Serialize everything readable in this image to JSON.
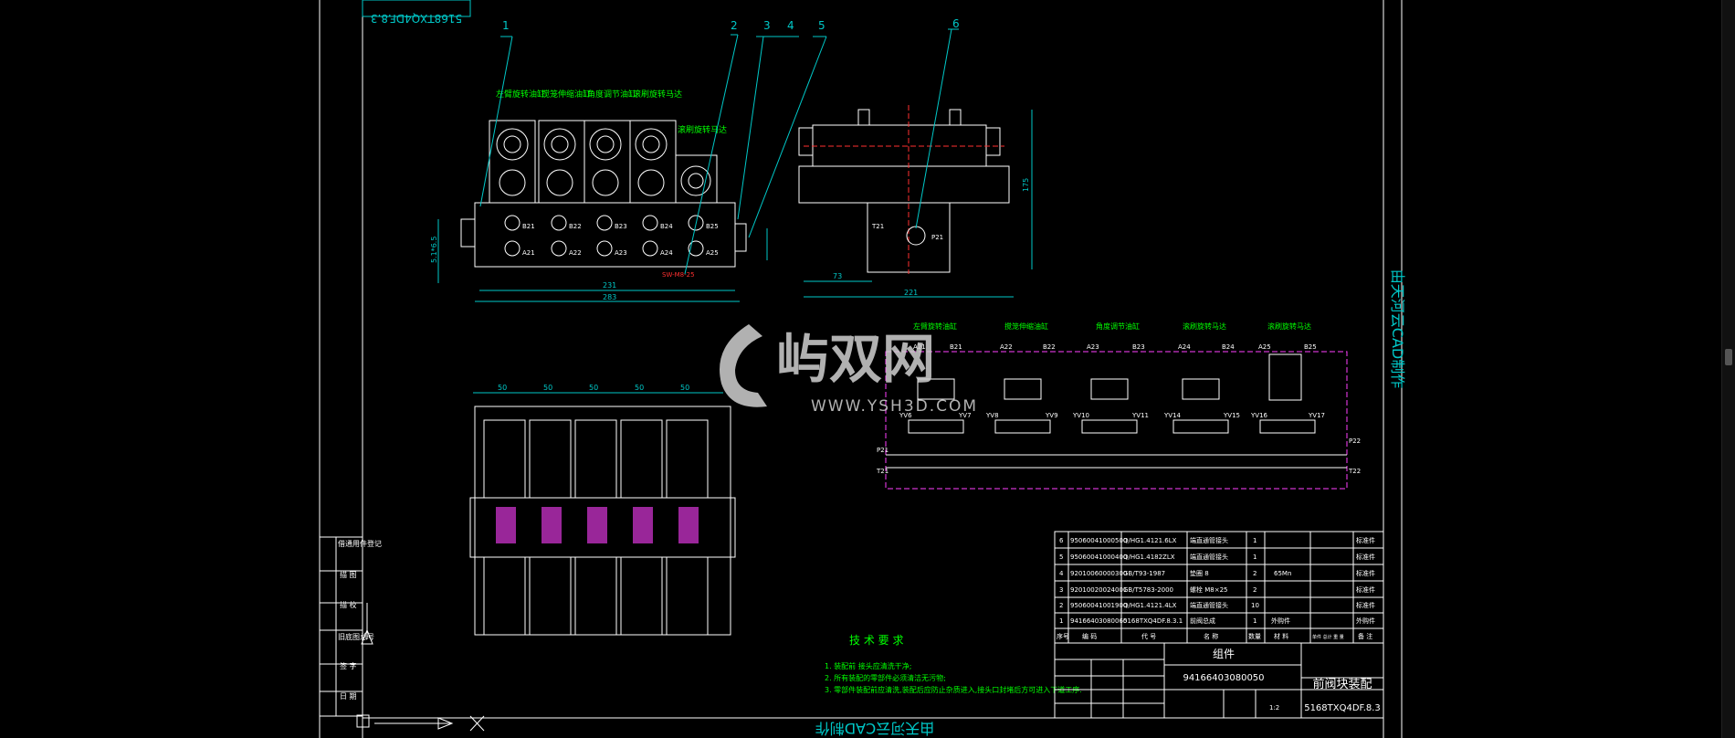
{
  "titles": {
    "drawing_number_rotated": "5168TXQ4DF.8.3",
    "watermark_right": "由天河云CAD制作",
    "watermark_bottom": "由天河云CAD制作",
    "watermark_logo_text": "屿双网",
    "watermark_url": "WWW.YSH3D.COM"
  },
  "front_view": {
    "callouts": [
      "1",
      "2",
      "3",
      "4",
      "5"
    ],
    "section_labels": [
      "左臂旋转油缸",
      "搅笼伸缩油缸",
      "角度调节油缸",
      "滚刷旋转马达"
    ],
    "extra_label": "滚刷旋转马达",
    "ports_top": [
      "B21",
      "B22",
      "B23",
      "B24",
      "B25"
    ],
    "ports_bottom": [
      "A21",
      "A22",
      "A23",
      "A24",
      "A25"
    ],
    "dimensions": [
      "231",
      "283",
      "5.1*6.5"
    ],
    "note": "SW-M8-25"
  },
  "side_view": {
    "callout": "6",
    "ports": [
      "T21",
      "P21"
    ],
    "dimensions": [
      "73",
      "221",
      "175"
    ]
  },
  "top_view": {
    "dimensions": [
      "50",
      "50",
      "50",
      "50",
      "50"
    ]
  },
  "schematic": {
    "section_labels": [
      "左臂旋转油缸",
      "搅笼伸缩油缸",
      "角度调节油缸",
      "滚刷旋转马达",
      "滚刷旋转马达"
    ],
    "ports_a": [
      "A21",
      "A22",
      "A23",
      "A24",
      "A25"
    ],
    "ports_b": [
      "B21",
      "B22",
      "B23",
      "B24",
      "B25"
    ],
    "solenoids_left": [
      "YV6",
      "YV8",
      "YV10",
      "YV14",
      "YV16"
    ],
    "solenoids_right": [
      "YV7",
      "YV9",
      "YV11",
      "YV15",
      "YV17"
    ],
    "line_labels": [
      "P21",
      "T21",
      "P22",
      "T22"
    ]
  },
  "technical_requirements": {
    "heading": "技 术 要 求",
    "items": [
      "1. 装配前 接头应清洗干净;",
      "2. 所有装配的零部件必须清洁无污物;",
      "3. 零部件装配前应清洗,装配后应防止杂质进入,接头口封堵后方可进入下道工序."
    ]
  },
  "bom": {
    "rows": [
      {
        "seq": "6",
        "code": "95060041000500",
        "std": "Q/HG1.4121.6LX",
        "name": "端直通管接头",
        "qty": "1",
        "note": "标准件"
      },
      {
        "seq": "5",
        "code": "95060041000400",
        "std": "Q/HG1.4182ZLX",
        "name": "端直通管接头",
        "qty": "1",
        "note": "标准件"
      },
      {
        "seq": "4",
        "code": "92010060000300",
        "std": "GB/T93-1987",
        "name": "垫圈 8",
        "qty": "2",
        "mat": "65Mn",
        "note": "标准件"
      },
      {
        "seq": "3",
        "code": "92010020024001",
        "std": "GB/T5783-2000",
        "name": "螺栓 M8×25",
        "qty": "2",
        "note": "标准件"
      },
      {
        "seq": "2",
        "code": "95060041001900",
        "std": "Q/HG1.4121.4LX",
        "name": "端直通管接头",
        "qty": "10",
        "note": "标准件"
      },
      {
        "seq": "1",
        "code": "94166403080060",
        "std": "5168TXQ4DF.8.3.1",
        "name": "前阀总成",
        "qty": "1",
        "mat": "外购件",
        "note": "外购件"
      }
    ],
    "header": [
      "序号",
      "编 码",
      "代 号",
      "名 称",
      "数量",
      "材 料",
      "单件 总计 重 量",
      "备 注"
    ]
  },
  "title_block": {
    "part_type": "组件",
    "part_code": "94166403080050",
    "title": "前阀块装配",
    "drawing_no": "5168TXQ4DF.8.3",
    "scale": "1:2",
    "left_labels": [
      "借通用件登记",
      "描 图",
      "描 校",
      "旧底图总号",
      "签 字",
      "日 期"
    ]
  }
}
